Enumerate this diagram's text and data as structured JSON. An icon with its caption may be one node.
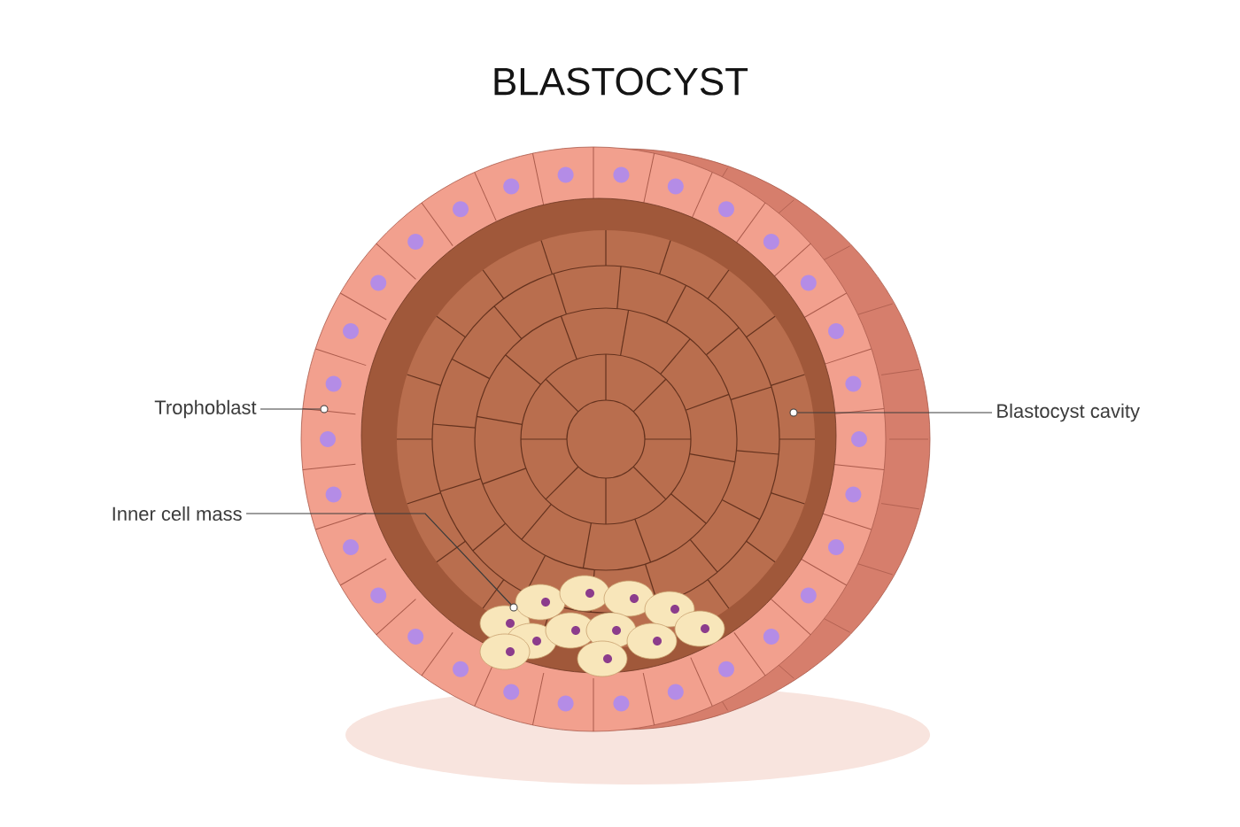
{
  "diagram": {
    "title": "BLASTOCYST",
    "nodes": [
      {
        "text": [
          "Trophoblast"
        ]
      },
      {
        "text": [],
        "shape": "circle"
      },
      {
        "text": [
          "Inner cell mass"
        ]
      },
      {
        "text": [],
        "shape": "circle"
      },
      {
        "text": [
          "Blastocyst cavity"
        ]
      },
      {
        "text": [],
        "shape": "circle"
      }
    ],
    "edges": [
      {
        "from": 0,
        "to": 1,
        "arrow": "none"
      },
      {
        "from": 2,
        "to": 3,
        "arrow": "none"
      },
      {
        "from": 4,
        "to": 5,
        "arrow": "none"
      }
    ]
  }
}
